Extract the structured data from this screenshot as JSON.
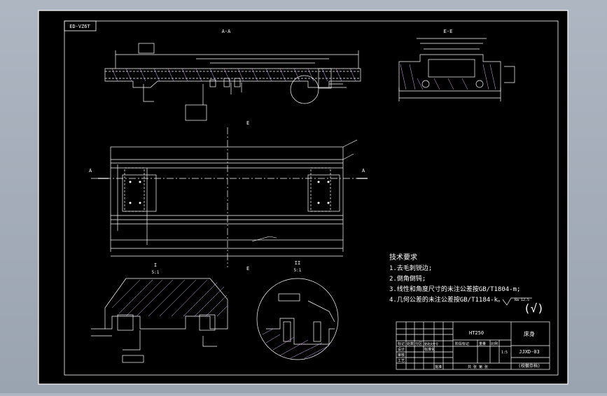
{
  "drawing": {
    "code_box": "ED-VZ6T",
    "sections": {
      "a_a": "A-A",
      "e_e": "E-E",
      "marker_a": "A",
      "marker_e": "E",
      "detail_i": "I",
      "detail_ii": "II",
      "detail_i_scale": "5:1",
      "detail_ii_scale": "5:1"
    },
    "requirements": {
      "heading": "技术要求",
      "items": [
        "1.去毛刺锐边;",
        "2.倒角倒钝;",
        "3.线性和角度尺寸的未注公差按GB/T1804-m;",
        "4.几何公差的未注公差按GB/T1184-k。"
      ],
      "roughness": "Ra 12.5",
      "roughness_mark": "(√)"
    },
    "title_block": {
      "material": "HT250",
      "part_name": "床身",
      "drawing_no": "JJXD-03",
      "school": "(校徽存档)",
      "labels": {
        "marker": "标记",
        "count": "处数",
        "zone": "分区",
        "change_doc": "更改文件号",
        "signature": "签名",
        "date": "年月日",
        "design": "设计",
        "standardize": "标准化",
        "check": "审核",
        "process": "工艺",
        "approve": "批准",
        "stage_mark": "阶段标记",
        "weight": "重量",
        "scale": "比例",
        "sheets": "共 张 第 张"
      },
      "scale_value": "1:5"
    }
  }
}
